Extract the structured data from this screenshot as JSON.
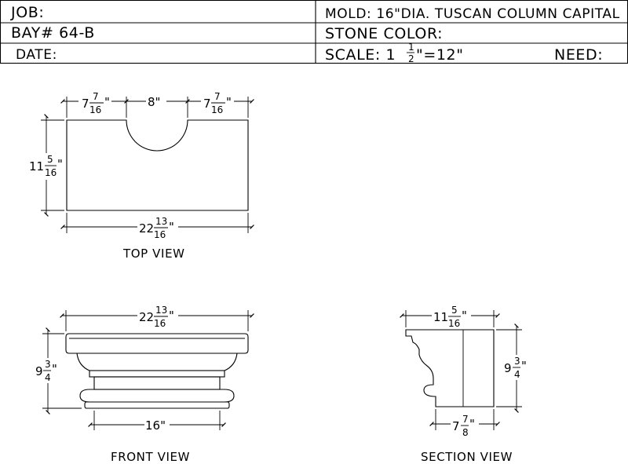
{
  "title_block": {
    "job": "JOB:",
    "bay": "BAY#  64-B",
    "date": "DATE:",
    "mold": "MOLD:  16\"DIA. TUSCAN COLUMN CAPITAL",
    "stone_color": "STONE  COLOR:",
    "scale_prefix": "SCALE:  1",
    "scale_num": "1",
    "scale_den": "2",
    "scale_suffix": "\"=12\"",
    "need": "NEED:"
  },
  "top_view": {
    "label": "TOP  VIEW",
    "dim_left": {
      "whole": "7",
      "num": "7",
      "den": "16",
      "unit": "\""
    },
    "dim_middle": "8\"",
    "dim_right": {
      "whole": "7",
      "num": "7",
      "den": "16",
      "unit": "\""
    },
    "dim_height": {
      "whole": "11",
      "num": "5",
      "den": "16",
      "unit": "\""
    },
    "dim_width": {
      "whole": "22",
      "num": "13",
      "den": "16",
      "unit": "\""
    }
  },
  "front_view": {
    "label": "FRONT  VIEW",
    "dim_width": {
      "whole": "22",
      "num": "13",
      "den": "16",
      "unit": "\""
    },
    "dim_height": {
      "whole": "9",
      "num": "3",
      "den": "4",
      "unit": "\""
    },
    "dim_base": "16\""
  },
  "section_view": {
    "label": "SECTION  VIEW",
    "dim_width": {
      "whole": "11",
      "num": "5",
      "den": "16",
      "unit": "\""
    },
    "dim_height": {
      "whole": "9",
      "num": "3",
      "den": "4",
      "unit": "\""
    },
    "dim_bottom": {
      "whole": "7",
      "num": "7",
      "den": "8",
      "unit": "\""
    }
  }
}
